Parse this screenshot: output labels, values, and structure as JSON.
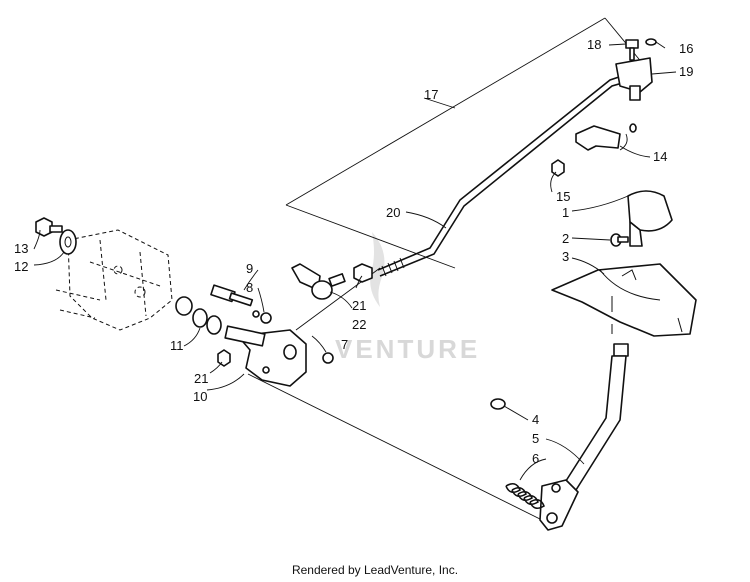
{
  "callouts": [
    {
      "id": "c1",
      "text": "1"
    },
    {
      "id": "c2",
      "text": "2"
    },
    {
      "id": "c3",
      "text": "3"
    },
    {
      "id": "c4",
      "text": "4"
    },
    {
      "id": "c5",
      "text": "5"
    },
    {
      "id": "c6",
      "text": "6"
    },
    {
      "id": "c7",
      "text": "7"
    },
    {
      "id": "c8",
      "text": "8"
    },
    {
      "id": "c9",
      "text": "9"
    },
    {
      "id": "c10",
      "text": "10"
    },
    {
      "id": "c11",
      "text": "11"
    },
    {
      "id": "c12",
      "text": "12"
    },
    {
      "id": "c13",
      "text": "13"
    },
    {
      "id": "c14",
      "text": "14"
    },
    {
      "id": "c15",
      "text": "15"
    },
    {
      "id": "c16",
      "text": "16"
    },
    {
      "id": "c17",
      "text": "17"
    },
    {
      "id": "c18",
      "text": "18"
    },
    {
      "id": "c19",
      "text": "19"
    },
    {
      "id": "c20",
      "text": "20"
    },
    {
      "id": "c21a",
      "text": "21"
    },
    {
      "id": "c21b",
      "text": "21"
    },
    {
      "id": "c22",
      "text": "22"
    }
  ],
  "watermark": "VENTURE",
  "footer": "Rendered by LeadVenture, Inc."
}
